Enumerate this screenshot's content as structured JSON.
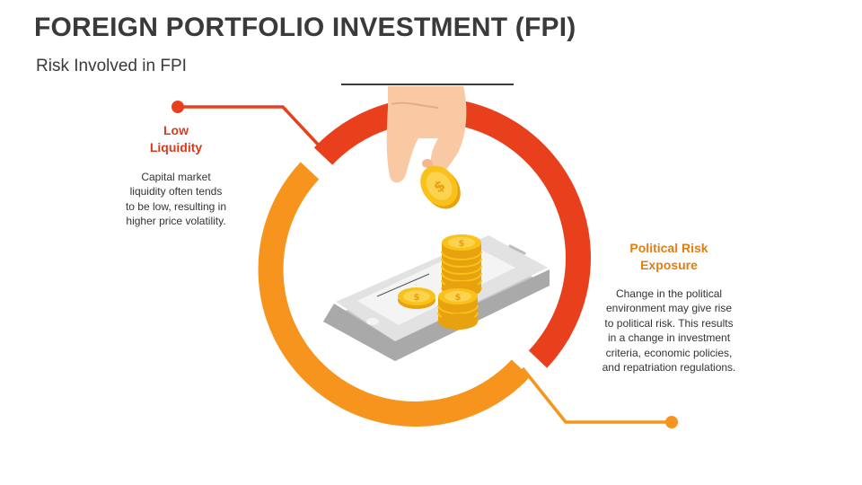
{
  "slide": {
    "title": "FOREIGN PORTFOLIO INVESTMENT (FPI)",
    "subtitle": "Risk Involved in FPI"
  },
  "risks": [
    {
      "heading_lines": [
        "Low",
        "Liquidity"
      ],
      "body_lines": [
        "Capital market",
        "liquidity often tends",
        "to be low, resulting in",
        "higher price volatility."
      ],
      "color": "#d93a1e"
    },
    {
      "heading_lines": [
        "Political Risk",
        "Exposure"
      ],
      "body_lines": [
        "Change in the political",
        "environment may give rise",
        "to political risk. This results",
        "in a change in investment",
        "criteria, economic policies,",
        "and repatriation regulations."
      ],
      "color": "#e07e12"
    }
  ],
  "colors": {
    "ring_red": "#e8401c",
    "ring_orange": "#f7941d",
    "connector_red": "#e8401c",
    "connector_orange": "#f7941d",
    "coin_gold": "#f9c21b",
    "coin_edge": "#e8a10f",
    "phone_body": "#dcdcdc",
    "skin": "#f9c9a3"
  },
  "icons": {
    "hand": "hand-dropping-coin-icon",
    "coin": "dollar-coin-icon",
    "phone": "smartphone-icon"
  }
}
